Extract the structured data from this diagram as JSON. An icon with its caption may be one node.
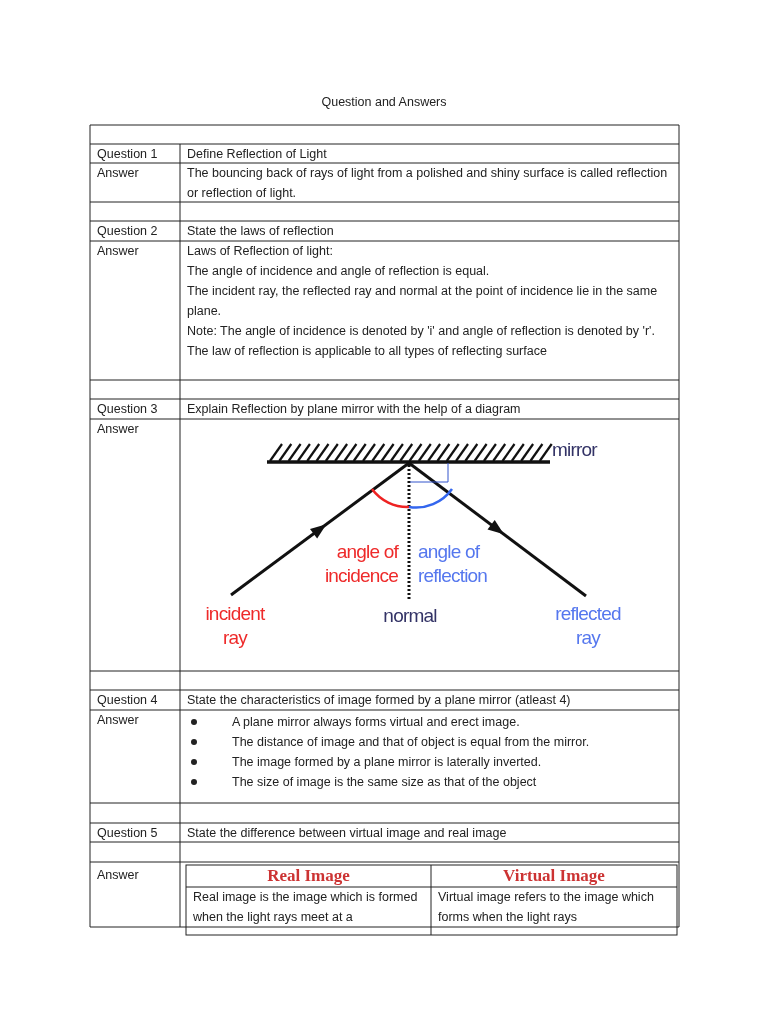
{
  "diagram": {
    "title": "Question and Answers",
    "labels": [
      "Question 1",
      "Define Reflection of Light",
      "Answer",
      "The bouncing back of rays of light from a polished and shiny surface is called reflection or reflection of light.",
      "Question 2",
      "State the laws of reflection",
      "Answer",
      "Laws of Reflection of light:",
      "The angle of incidence and angle of reflection is equal.",
      "The incident ray, the reflected ray and normal at the point of incidence lie in the same plane.",
      "Note: The angle of incidence is denoted by 'i' and angle of reflection is denoted by 'r'. The law of reflection is applicable to all types of reflecting surface",
      "Question 3",
      "Explain Reflection by plane mirror with the help of a diagram",
      "Answer",
      "mirror",
      "angle of incidence",
      "angle of reflection",
      "incident ray",
      "normal",
      "reflected ray",
      "Question 4",
      "State the characteristics of image formed by a plane mirror (atleast 4)",
      "Answer",
      "A plane mirror always forms virtual and erect image.",
      "The distance of image and that of object is equal from the mirror.",
      "The image formed by a plane mirror is laterally inverted.",
      "The size of image is the same size as that of the object",
      "Question 5",
      "State the difference between virtual image and real image",
      "Answer",
      "Real Image",
      "Virtual Image",
      "Real image is the image which is formed when the light rays meet at a",
      "Virtual image refers to the image which forms when the light rays"
    ]
  }
}
